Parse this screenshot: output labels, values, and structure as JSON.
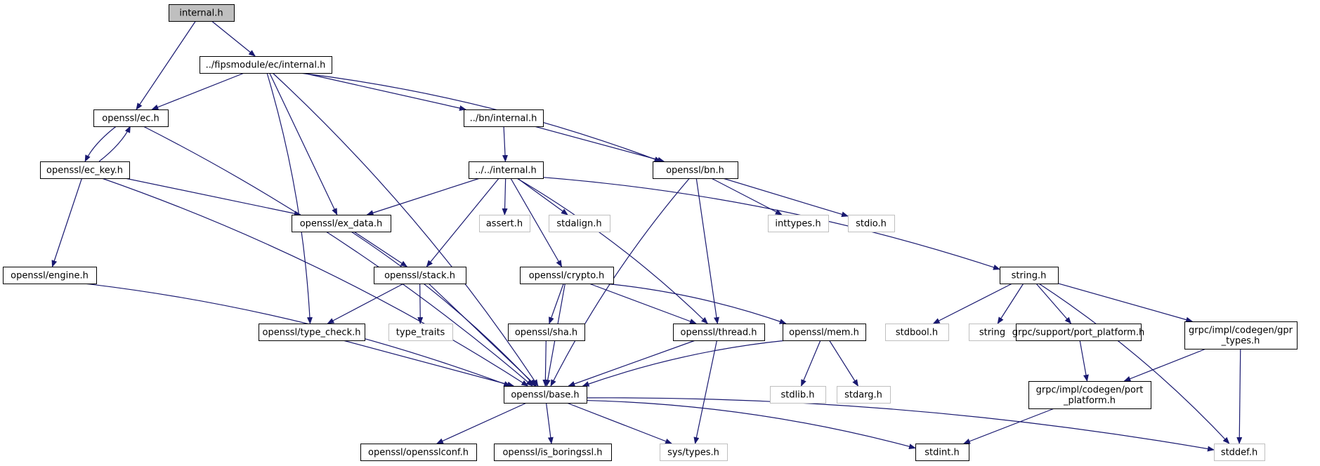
{
  "diagram": {
    "type": "include-dependency-graph",
    "colors": {
      "edge": "#191970",
      "root_fill": "#bfbfbf",
      "node_border": "#000000",
      "system_border": "#bfbfbf"
    },
    "nodes": [
      {
        "id": "root",
        "lines": [
          "internal.h"
        ],
        "kind": "root"
      },
      {
        "id": "fipsec",
        "lines": [
          "../fipsmodule/ec/internal.h"
        ],
        "kind": "doc"
      },
      {
        "id": "ec",
        "lines": [
          "openssl/ec.h"
        ],
        "kind": "doc"
      },
      {
        "id": "bninternal",
        "lines": [
          "../bn/internal.h"
        ],
        "kind": "doc"
      },
      {
        "id": "eckey",
        "lines": [
          "openssl/ec_key.h"
        ],
        "kind": "doc"
      },
      {
        "id": "upinternal",
        "lines": [
          "../../internal.h"
        ],
        "kind": "doc"
      },
      {
        "id": "bn",
        "lines": [
          "openssl/bn.h"
        ],
        "kind": "doc"
      },
      {
        "id": "exdata",
        "lines": [
          "openssl/ex_data.h"
        ],
        "kind": "doc"
      },
      {
        "id": "assert",
        "lines": [
          "assert.h"
        ],
        "kind": "system"
      },
      {
        "id": "stdalign",
        "lines": [
          "stdalign.h"
        ],
        "kind": "system"
      },
      {
        "id": "inttypes",
        "lines": [
          "inttypes.h"
        ],
        "kind": "system"
      },
      {
        "id": "stdio",
        "lines": [
          "stdio.h"
        ],
        "kind": "system"
      },
      {
        "id": "engine",
        "lines": [
          "openssl/engine.h"
        ],
        "kind": "doc"
      },
      {
        "id": "stack",
        "lines": [
          "openssl/stack.h"
        ],
        "kind": "doc"
      },
      {
        "id": "crypto",
        "lines": [
          "openssl/crypto.h"
        ],
        "kind": "doc"
      },
      {
        "id": "stringh",
        "lines": [
          "string.h"
        ],
        "kind": "doc"
      },
      {
        "id": "typecheck",
        "lines": [
          "openssl/type_check.h"
        ],
        "kind": "doc"
      },
      {
        "id": "typetraits",
        "lines": [
          "type_traits"
        ],
        "kind": "system"
      },
      {
        "id": "sha",
        "lines": [
          "openssl/sha.h"
        ],
        "kind": "doc"
      },
      {
        "id": "thread",
        "lines": [
          "openssl/thread.h"
        ],
        "kind": "doc"
      },
      {
        "id": "mem",
        "lines": [
          "openssl/mem.h"
        ],
        "kind": "doc"
      },
      {
        "id": "stdbool",
        "lines": [
          "stdbool.h"
        ],
        "kind": "system"
      },
      {
        "id": "string",
        "lines": [
          "string"
        ],
        "kind": "system"
      },
      {
        "id": "portplatform",
        "lines": [
          "grpc/support/port_platform.h"
        ],
        "kind": "doc"
      },
      {
        "id": "gprtypes",
        "lines": [
          "grpc/impl/codegen/gpr",
          "_types.h"
        ],
        "kind": "doc"
      },
      {
        "id": "base",
        "lines": [
          "openssl/base.h"
        ],
        "kind": "doc"
      },
      {
        "id": "stdlib",
        "lines": [
          "stdlib.h"
        ],
        "kind": "system"
      },
      {
        "id": "stdarg",
        "lines": [
          "stdarg.h"
        ],
        "kind": "system"
      },
      {
        "id": "codegenport",
        "lines": [
          "grpc/impl/codegen/port",
          "_platform.h"
        ],
        "kind": "doc"
      },
      {
        "id": "opensslconf",
        "lines": [
          "openssl/opensslconf.h"
        ],
        "kind": "doc"
      },
      {
        "id": "isboringssl",
        "lines": [
          "openssl/is_boringssl.h"
        ],
        "kind": "doc"
      },
      {
        "id": "systypes",
        "lines": [
          "sys/types.h"
        ],
        "kind": "system"
      },
      {
        "id": "stdint",
        "lines": [
          "stdint.h"
        ],
        "kind": "doc"
      },
      {
        "id": "stddef",
        "lines": [
          "stddef.h"
        ],
        "kind": "system"
      }
    ],
    "edges": [
      [
        "root",
        "ec"
      ],
      [
        "root",
        "fipsec"
      ],
      [
        "fipsec",
        "ec"
      ],
      [
        "fipsec",
        "bninternal"
      ],
      [
        "fipsec",
        "bn"
      ],
      [
        "fipsec",
        "exdata"
      ],
      [
        "fipsec",
        "typecheck"
      ],
      [
        "fipsec",
        "base"
      ],
      [
        "ec",
        "eckey"
      ],
      [
        "ec",
        "base"
      ],
      [
        "eckey",
        "ec"
      ],
      [
        "eckey",
        "exdata"
      ],
      [
        "eckey",
        "engine"
      ],
      [
        "eckey",
        "base"
      ],
      [
        "bninternal",
        "upinternal"
      ],
      [
        "bninternal",
        "bn"
      ],
      [
        "upinternal",
        "exdata"
      ],
      [
        "upinternal",
        "assert"
      ],
      [
        "upinternal",
        "stdalign"
      ],
      [
        "upinternal",
        "stack"
      ],
      [
        "upinternal",
        "crypto"
      ],
      [
        "upinternal",
        "thread"
      ],
      [
        "upinternal",
        "stringh"
      ],
      [
        "bn",
        "inttypes"
      ],
      [
        "bn",
        "stdio"
      ],
      [
        "bn",
        "thread"
      ],
      [
        "bn",
        "base"
      ],
      [
        "exdata",
        "stack"
      ],
      [
        "exdata",
        "base"
      ],
      [
        "engine",
        "base"
      ],
      [
        "stack",
        "typecheck"
      ],
      [
        "stack",
        "typetraits"
      ],
      [
        "stack",
        "base"
      ],
      [
        "crypto",
        "sha"
      ],
      [
        "crypto",
        "thread"
      ],
      [
        "crypto",
        "mem"
      ],
      [
        "crypto",
        "base"
      ],
      [
        "stringh",
        "stdbool"
      ],
      [
        "stringh",
        "string"
      ],
      [
        "stringh",
        "portplatform"
      ],
      [
        "stringh",
        "gprtypes"
      ],
      [
        "stringh",
        "stddef"
      ],
      [
        "typecheck",
        "base"
      ],
      [
        "sha",
        "base"
      ],
      [
        "thread",
        "base"
      ],
      [
        "thread",
        "systypes"
      ],
      [
        "mem",
        "base"
      ],
      [
        "mem",
        "stdlib"
      ],
      [
        "mem",
        "stdarg"
      ],
      [
        "portplatform",
        "codegenport"
      ],
      [
        "gprtypes",
        "codegenport"
      ],
      [
        "gprtypes",
        "stddef"
      ],
      [
        "codegenport",
        "stdint"
      ],
      [
        "base",
        "opensslconf"
      ],
      [
        "base",
        "isboringssl"
      ],
      [
        "base",
        "systypes"
      ],
      [
        "base",
        "stdint"
      ],
      [
        "base",
        "stddef"
      ]
    ]
  }
}
